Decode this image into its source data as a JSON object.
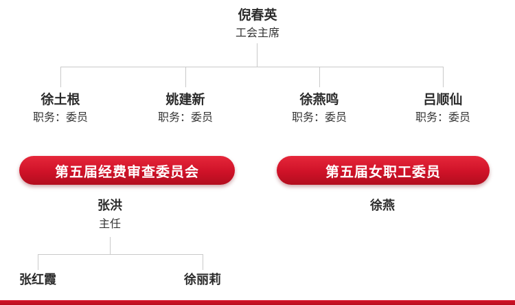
{
  "chairman": {
    "name": "倪春英",
    "title": "工会主席"
  },
  "committee_members": [
    {
      "name": "徐土根",
      "role": "职务：委员"
    },
    {
      "name": "姚建新",
      "role": "职务：委员"
    },
    {
      "name": "徐燕鸣",
      "role": "职务：委员"
    },
    {
      "name": "吕顺仙",
      "role": "职务：委员"
    }
  ],
  "funds_committee": {
    "banner": "第五届经费审查委员会",
    "leader": {
      "name": "张洪",
      "title": "主任"
    },
    "members": [
      {
        "name": "张红霞"
      },
      {
        "name": "徐丽莉"
      }
    ]
  },
  "women_committee": {
    "banner": "第五届女职工委员",
    "leader": {
      "name": "徐燕"
    }
  },
  "colors": {
    "banner_red": "#cf1228",
    "banner_red_dark": "#b20d1e",
    "connector_gray": "#c9c9c9",
    "text_dark": "#2b2b2b",
    "bottom_bar_red": "#c41422"
  }
}
